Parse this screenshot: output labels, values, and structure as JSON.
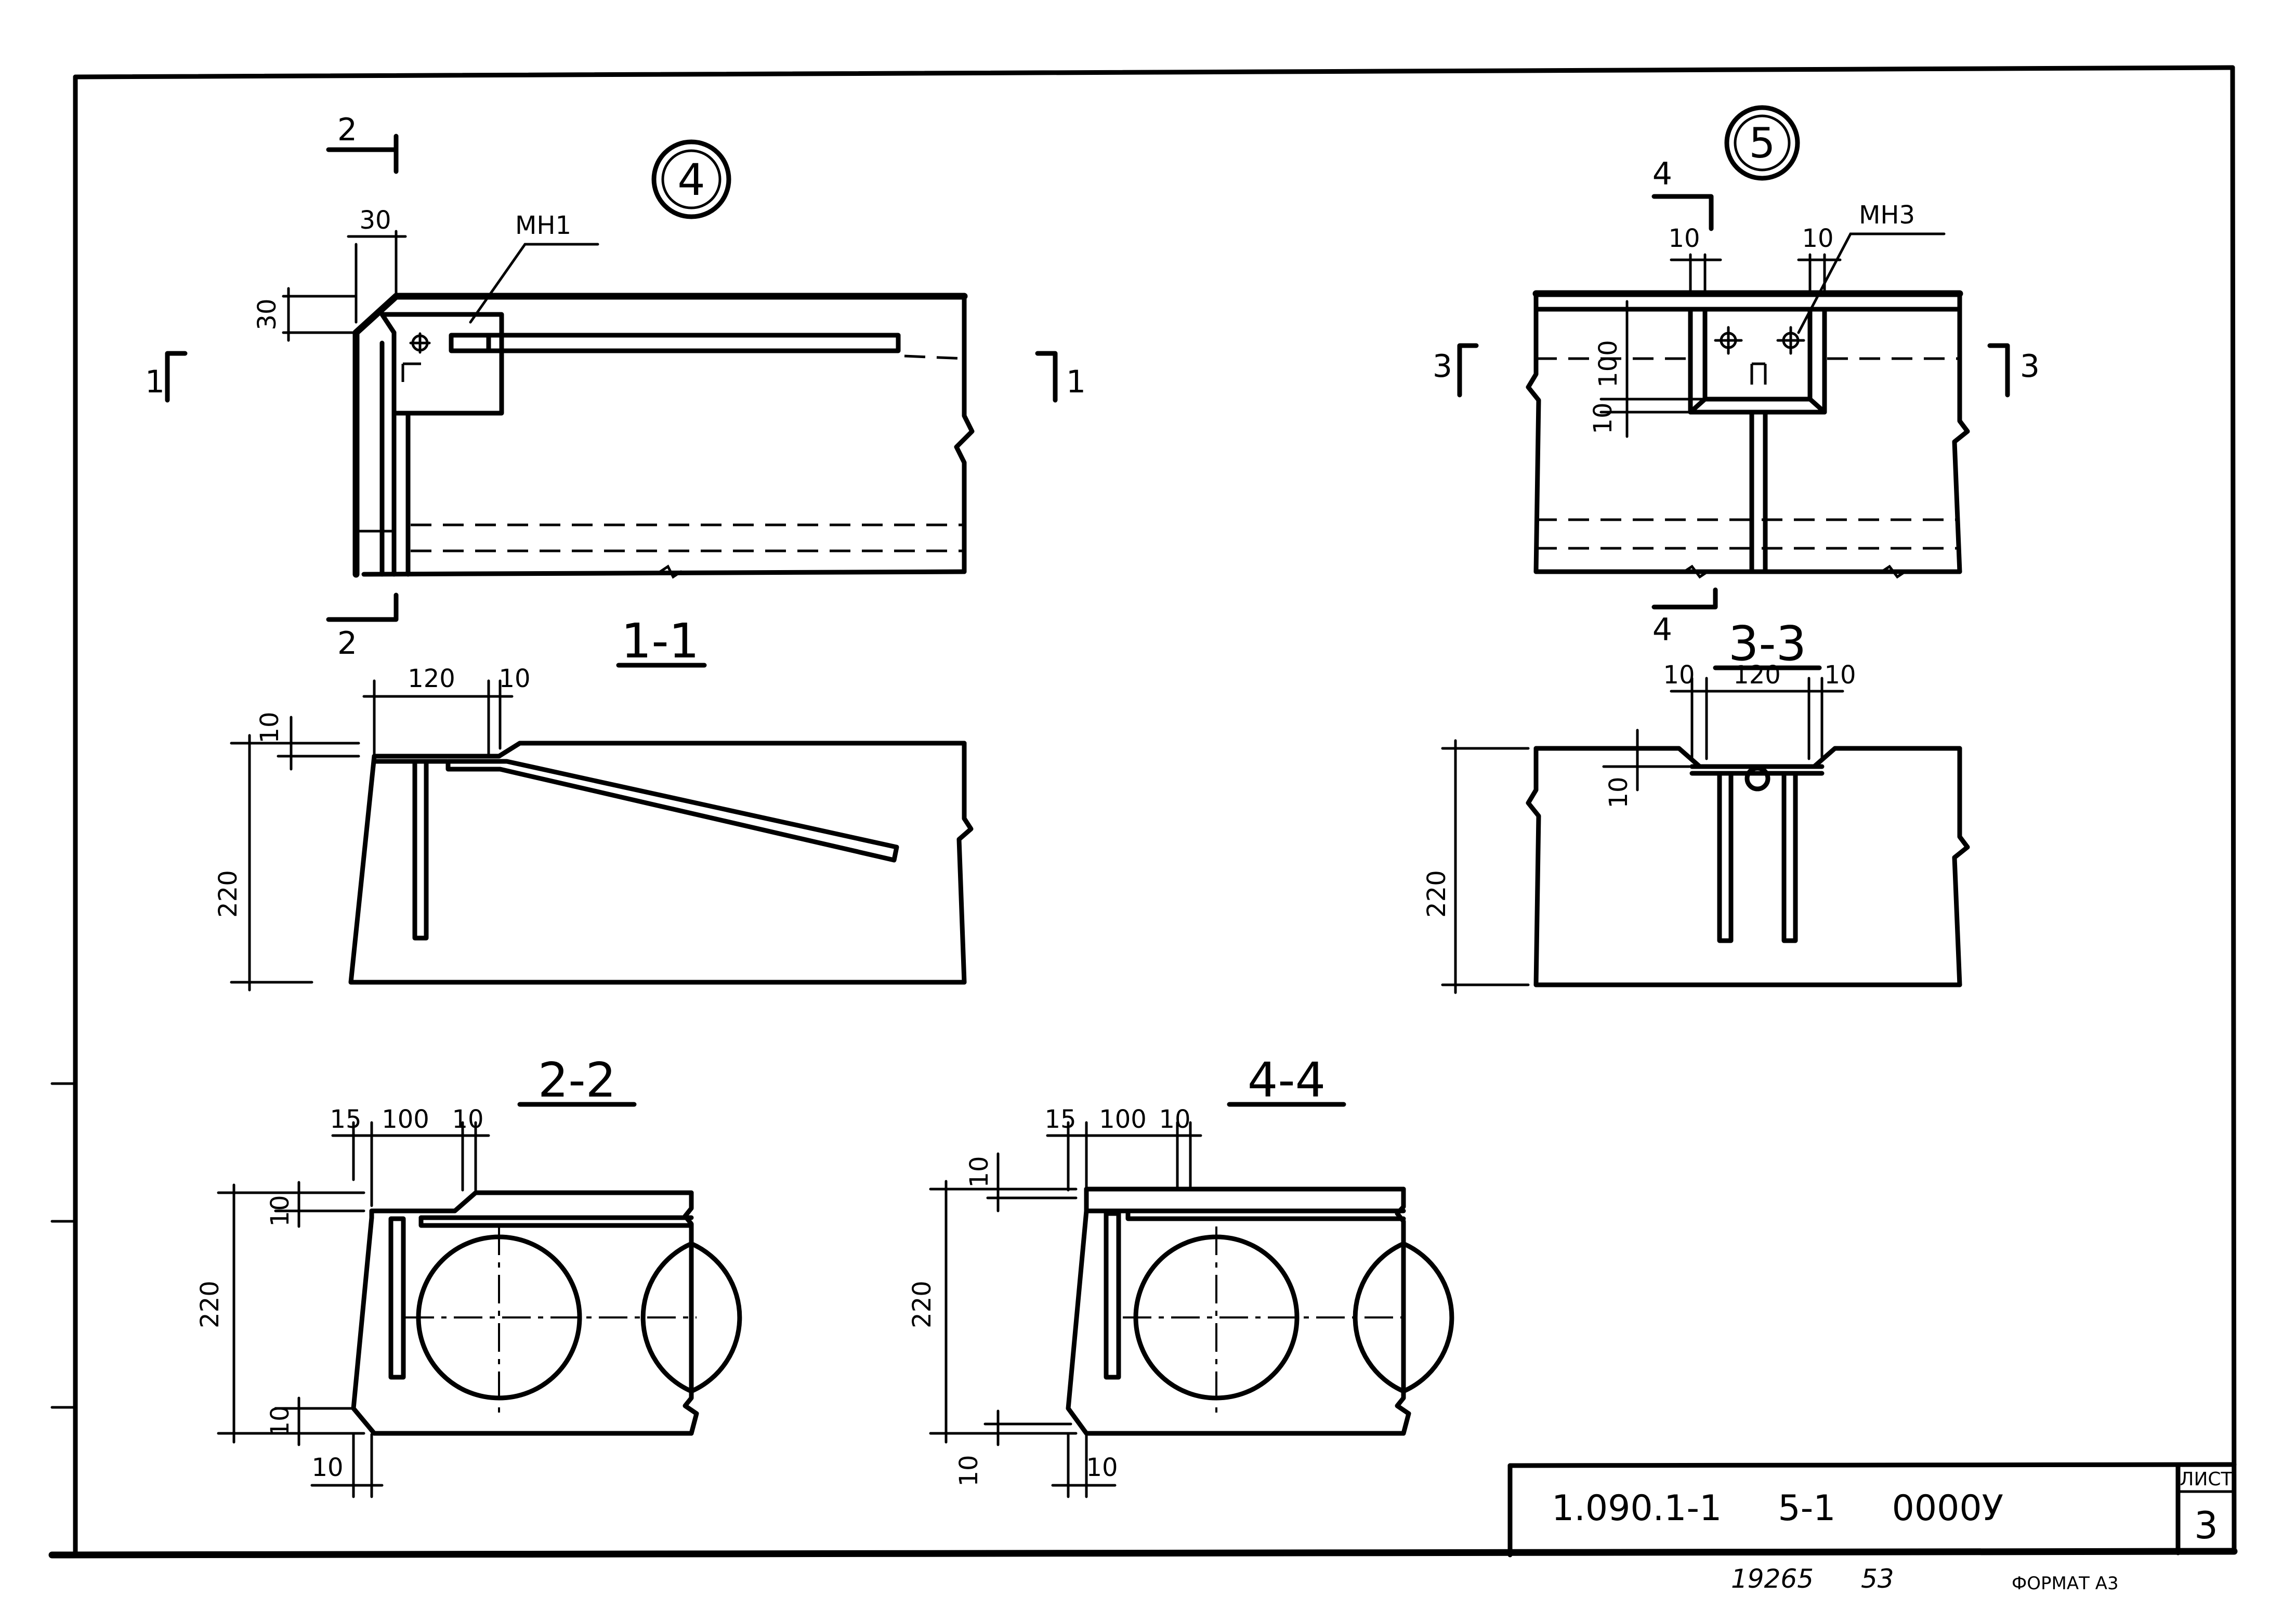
{
  "node_markers": {
    "node_4": "4",
    "node_5": "5"
  },
  "cut_marks": {
    "c2_top": "2",
    "c2_bot": "2",
    "c1_left": "1",
    "c1_right": "1",
    "c4_top": "4",
    "c4_bot": "4",
    "c3_left": "3",
    "c3_right": "3"
  },
  "part_labels": {
    "left": "МН1",
    "right": "МН3"
  },
  "section_titles": {
    "s11": "1-1",
    "s33": "3-3",
    "s22": "2-2",
    "s44": "4-4"
  },
  "dims": {
    "n4_30h": "30",
    "n4_30v": "30",
    "n5_10a": "10",
    "n5_10b": "10",
    "n5_100": "100",
    "n5_10v": "10",
    "s11_120": "120",
    "s11_10": "10",
    "s11_10v": "10",
    "s11_220": "220",
    "s33_10a": "10",
    "s33_120": "120",
    "s33_10b": "10",
    "s33_10v": "10",
    "s33_220": "220",
    "s22_15": "15",
    "s22_100": "100",
    "s22_10": "10",
    "s22_10top": "10",
    "s22_220": "220",
    "s22_10bot": "10",
    "s22_10b": "10",
    "s44_15": "15",
    "s44_100": "100",
    "s44_10": "10",
    "s44_10top": "10",
    "s44_220": "220",
    "s44_10bot": "10",
    "s44_10b": "10"
  },
  "title_block": {
    "code": "1.090.1-1     5-1     0000У",
    "sheet_label": "ЛИСТ",
    "sheet_number": "3"
  },
  "footer": {
    "inv": "19265",
    "num": "53",
    "format": "ФОРМАТ А3"
  }
}
